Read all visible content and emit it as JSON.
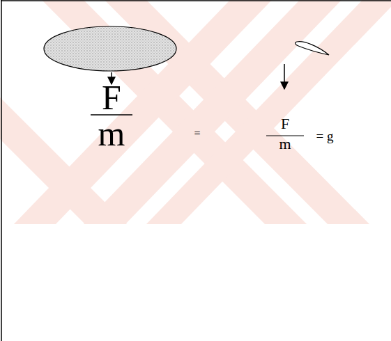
{
  "diagram": {
    "labels": [
      "F",
      "m",
      "=",
      "F",
      "m",
      "= g"
    ]
  }
}
